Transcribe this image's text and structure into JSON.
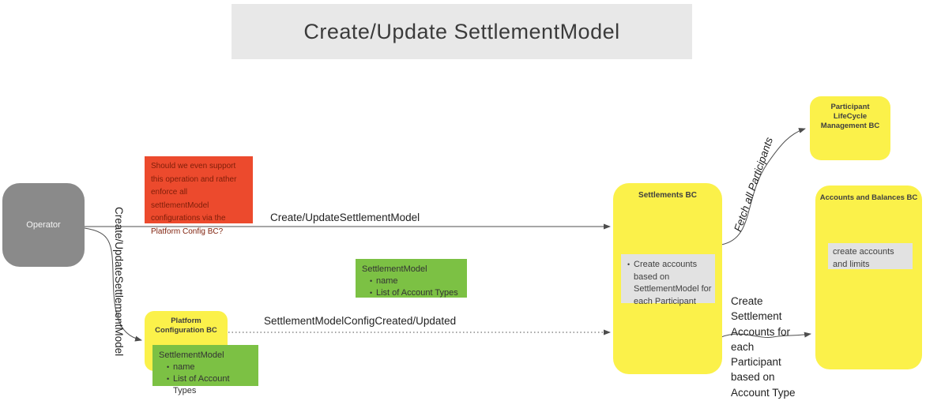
{
  "title": "Create/Update SettlementModel",
  "operator": {
    "label": "Operator"
  },
  "notes": {
    "red_question": "Should we even support this operation and rather enforce all settlementModel configurations via the Platform Config BC?",
    "settlement_model_mid": {
      "title": "SettlementModel",
      "bullets": [
        "name",
        "List of Account Types"
      ]
    },
    "settlement_model_bottom": {
      "title": "SettlementModel",
      "bullets": [
        "name",
        "List of Account Types"
      ]
    }
  },
  "boxes": {
    "platform_config_bc": {
      "title": "Platform Configuration BC"
    },
    "settlements_bc": {
      "title": "Settlements BC",
      "note_bullet": "Create accounts based on SettlementModel for each Participant"
    },
    "participant_lifecycle_bc": {
      "title": "Participant LifeCycle Management BC"
    },
    "accounts_balances_bc": {
      "title": "Accounts and Balances BC",
      "note": "create accounts and limits"
    }
  },
  "edges": {
    "op_to_settlements": {
      "label": "Create/UpdateSettlementModel",
      "style": "solid"
    },
    "op_to_platform_config": {
      "label": "Create/UpdateSettlementModel",
      "style": "solid-curve"
    },
    "platform_to_settlements": {
      "label": "SettlementModelConfigCreated/Updated",
      "style": "dotted"
    },
    "settlements_to_participant_lifecycle": {
      "label": "Fetch all Participants",
      "style": "solid-curve"
    },
    "settlements_to_accounts_balances": {
      "label": "Create Settlement Accounts for each Participant based on Account Type",
      "style": "solid-curve"
    }
  },
  "colors": {
    "yellow_bc": "#fbf14a",
    "green_note": "#7cc144",
    "red_note": "#ec4a2d",
    "operator_gray": "#8a8a8a",
    "inner_note_gray": "#e2e2e2",
    "banner_gray": "#e8e8e8",
    "wire": "#4d4d4d"
  }
}
